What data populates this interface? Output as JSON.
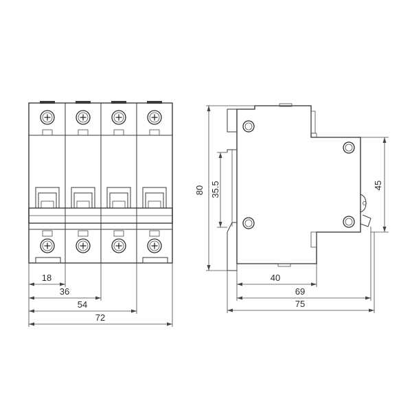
{
  "front_view": {
    "pole_count": 4,
    "dimensions": [
      "18",
      "36",
      "54",
      "72"
    ]
  },
  "side_view": {
    "height_total": "80",
    "height_rail": "35.5",
    "height_front": "45",
    "depth_40": "40",
    "depth_69": "69",
    "depth_75": "75"
  }
}
